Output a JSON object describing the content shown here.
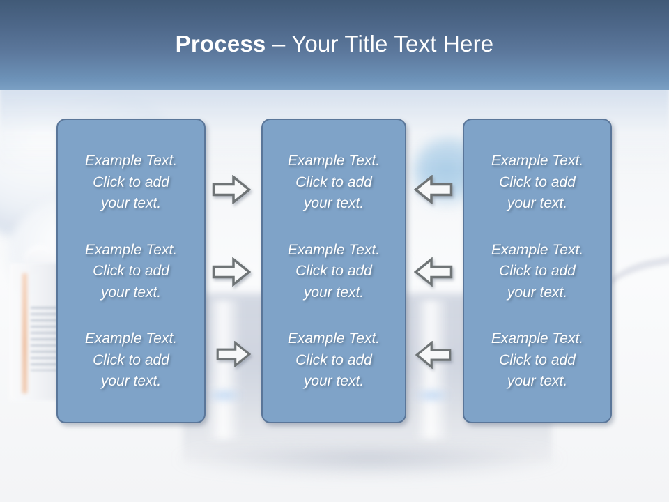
{
  "slide": {
    "title": {
      "strong": "Process",
      "rest": " – Your Title Text Here",
      "full": "Process – Your Title Text Here"
    },
    "theme": {
      "header_gradient_top": "#415a77",
      "header_gradient_bottom": "#7ba0c4",
      "panel_fill": "#7fa3c8",
      "panel_border": "#5a7699",
      "panel_text": "#ffffff",
      "arrow_fill": "#f7f8f9",
      "arrow_stroke": "#6f7476",
      "background": "#f2f4f7"
    },
    "placeholder_text": "Example Text. Click  to add your text.",
    "columns": [
      {
        "name": "column-1",
        "cells": [
          "Example Text.\nClick  to add\nyour text.",
          "Example Text.\nClick  to add\nyour text.",
          "Example Text.\nClick  to add\nyour text."
        ]
      },
      {
        "name": "column-2",
        "cells": [
          "Example Text.\nClick  to add\nyour text.",
          "Example Text.\nClick  to add\nyour text.",
          "Example Text.\nClick  to add\nyour text."
        ]
      },
      {
        "name": "column-3",
        "cells": [
          "Example Text.\nClick  to add\nyour text.",
          "Example Text.\nClick  to add\nyour text.",
          "Example Text.\nClick  to add\nyour text."
        ]
      }
    ],
    "connectors": [
      {
        "name": "arrow-right-row-1",
        "direction": "right"
      },
      {
        "name": "arrow-right-row-2",
        "direction": "right"
      },
      {
        "name": "arrow-right-row-3",
        "direction": "right"
      },
      {
        "name": "arrow-left-row-1",
        "direction": "left"
      },
      {
        "name": "arrow-left-row-2",
        "direction": "left"
      },
      {
        "name": "arrow-left-row-3",
        "direction": "left"
      }
    ]
  }
}
